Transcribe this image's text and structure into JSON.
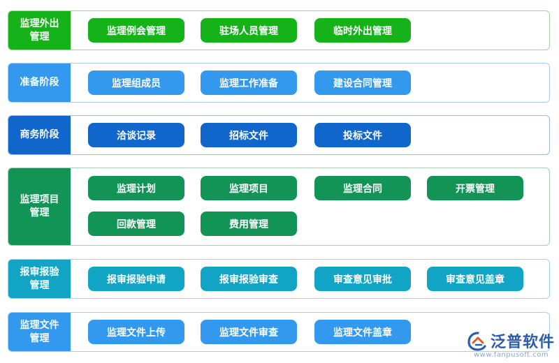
{
  "colors": {
    "green": "#16b21a",
    "blue": "#3399ee",
    "dark_blue": "#1166cc",
    "dark_green": "#119455",
    "teal": "#11a4c4",
    "logo_text": "#2d5da8"
  },
  "rows": [
    {
      "label": "监理外出管理",
      "color": "green",
      "buttons": [
        {
          "label": "监理例会管理"
        },
        {
          "label": "驻场人员管理"
        },
        {
          "label": "临时外出管理"
        }
      ]
    },
    {
      "label": "准备阶段",
      "color": "blue",
      "buttons": [
        {
          "label": "监理组成员"
        },
        {
          "label": "监理工作准备"
        },
        {
          "label": "建设合同管理"
        }
      ]
    },
    {
      "label": "商务阶段",
      "color": "dark_blue",
      "buttons": [
        {
          "label": "洽谈记录"
        },
        {
          "label": "招标文件"
        },
        {
          "label": "投标文件"
        }
      ]
    },
    {
      "label": "监理项目管理",
      "color": "dark_green",
      "buttons": [
        {
          "label": "监理计划"
        },
        {
          "label": "监理项目"
        },
        {
          "label": "监理合同"
        },
        {
          "label": "开票管理"
        },
        {
          "label": "回款管理"
        },
        {
          "label": "费用管理"
        }
      ]
    },
    {
      "label": "报审报验管理",
      "color": "teal",
      "buttons": [
        {
          "label": "报审报验申请"
        },
        {
          "label": "报审报验审查"
        },
        {
          "label": "审查意见审批"
        },
        {
          "label": "审查意见盖章"
        }
      ]
    },
    {
      "label": "监理文件管理",
      "color": "blue",
      "buttons": [
        {
          "label": "监理文件上传"
        },
        {
          "label": "监理文件审查"
        },
        {
          "label": "监理文件盖章"
        }
      ]
    }
  ],
  "logo": {
    "name": "泛普软件",
    "url": "www.fanpusoft.com",
    "icon": "fanpu-logo-icon"
  }
}
